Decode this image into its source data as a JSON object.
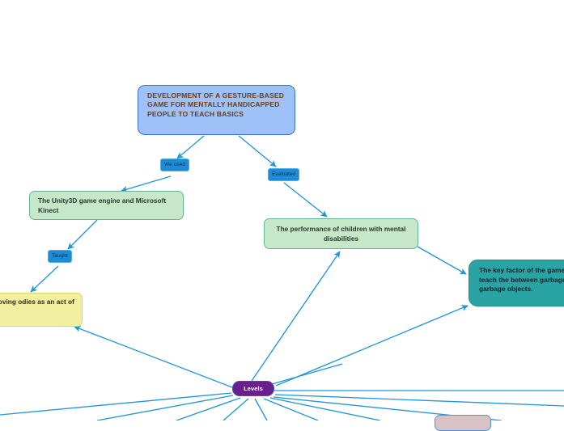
{
  "document": {
    "type": "mind-map",
    "background": "#ffffff",
    "edge_color": "#2196d9"
  },
  "nodes": {
    "root": {
      "id": "root",
      "label": "DEVELOPMENT OF A GESTURE-BASED GAME FOR MENTALLY HANDICAPPED PEOPLE TO TEACH BASICS",
      "fill": "#9ec2f7",
      "border": "#3b6fc4",
      "text_color": "#6b3a18"
    },
    "unity": {
      "id": "unity",
      "label": "The Unity3D game engine and Microsoft Kinect",
      "fill": "#c6e8c9",
      "border": "#63b59c",
      "text_color": "#253a2d"
    },
    "performance": {
      "id": "performance",
      "label": "The performance of children with mental disabilities",
      "fill": "#c6e8c9",
      "border": "#63b59c",
      "text_color": "#253a2d"
    },
    "key_factor": {
      "id": "key_factor",
      "label": "The key factor of the game is to teach the between garbage and garbage objects.",
      "fill": "#2aa3a3",
      "border": "#1f8a8a",
      "text_color": "#10232b",
      "clipped": "right"
    },
    "motor_skills": {
      "id": "motor_skills",
      "label": "g skills by moving odies as an act of",
      "fill": "#f2f0a0",
      "border": "#d6d47f",
      "text_color": "#2c2c16",
      "clipped": "left"
    },
    "levels": {
      "id": "levels",
      "label": "Levels",
      "fill": "#6b1f8f",
      "border": "#3f51b5",
      "text_color": "#ffffff"
    },
    "bottom_node": {
      "id": "bottom_node",
      "label": "",
      "fill": "#d8c2c6",
      "border": "#4f95d8",
      "text_color": "#30201f",
      "clipped": "bottom"
    }
  },
  "edge_labels": {
    "we_used": "We used",
    "evaluated": "Evaluated",
    "taught": "Taught",
    "fill": "#1f8ad6",
    "border": "#4fb0e8",
    "text_color": "#0b3550"
  },
  "edges": [
    {
      "from": "root",
      "to": "unity",
      "label": "We used"
    },
    {
      "from": "root",
      "to": "performance",
      "label": "Evaluated"
    },
    {
      "from": "unity",
      "to": "motor_skills",
      "label": "Taught"
    },
    {
      "from": "performance",
      "to": "key_factor",
      "label": ""
    },
    {
      "from": "levels",
      "to": "performance",
      "label": ""
    },
    {
      "from": "levels",
      "to": "key_factor",
      "label": ""
    },
    {
      "from": "levels",
      "to": "motor_skills",
      "label": ""
    },
    {
      "from": "levels",
      "to": "bottom_node",
      "label": ""
    }
  ]
}
